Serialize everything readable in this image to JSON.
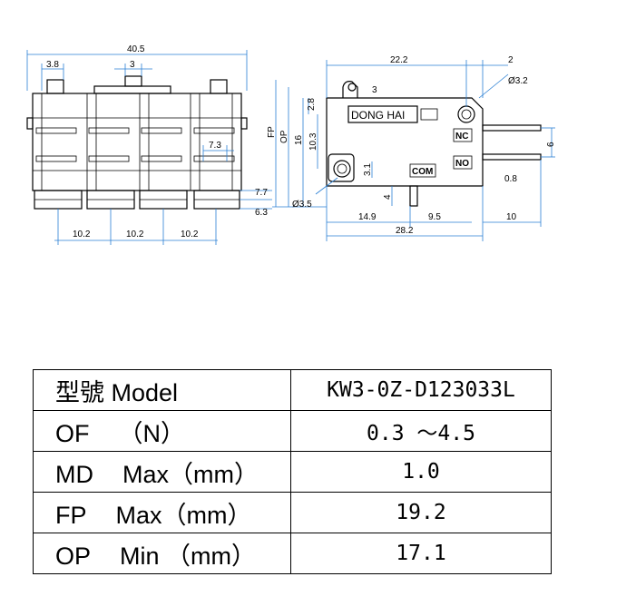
{
  "front_view": {
    "width_total": "40.5",
    "offset_left": "3.8",
    "actuator_width": "3",
    "terminal_spacing": "7.3",
    "pitch_1": "10.2",
    "pitch_2": "10.2",
    "pitch_3": "10.2",
    "terminal_height_a": "7.7",
    "terminal_height_b": "6.3"
  },
  "side_view": {
    "brand": "DONG HAI",
    "terminal_nc": "NC",
    "terminal_no": "NO",
    "terminal_com": "COM",
    "dim_top_width": "22.2",
    "dim_right_offset": "2",
    "dim_hole_top": "Ø3.2",
    "dim_lever_3": "3",
    "dim_fp_label": "FP",
    "dim_op_label": "OP",
    "dim_16": "16",
    "dim_10_3": "10.3",
    "dim_2_8": "2.8",
    "dim_3_1": "3.1",
    "dim_hole_bottom": "Ø3.5",
    "dim_4": "4",
    "dim_14_9": "14.9",
    "dim_9_5": "9.5",
    "dim_28_2": "28.2",
    "dim_10": "10",
    "dim_6": "6",
    "dim_0_8": "0.8"
  },
  "spec_table": {
    "rows": [
      {
        "label_a": "型號",
        "label_b": "Model",
        "value": "KW3-0Z-D123033L"
      },
      {
        "label_a": "OF",
        "label_b": "（N）",
        "value": "0.3 ～4.5"
      },
      {
        "label_a": "MD",
        "label_b": "Max（mm）",
        "value": "1.0"
      },
      {
        "label_a": "FP",
        "label_b": "Max（mm）",
        "value": "19.2"
      },
      {
        "label_a": "OP",
        "label_b": "Min （mm）",
        "value": "17.1"
      }
    ]
  }
}
